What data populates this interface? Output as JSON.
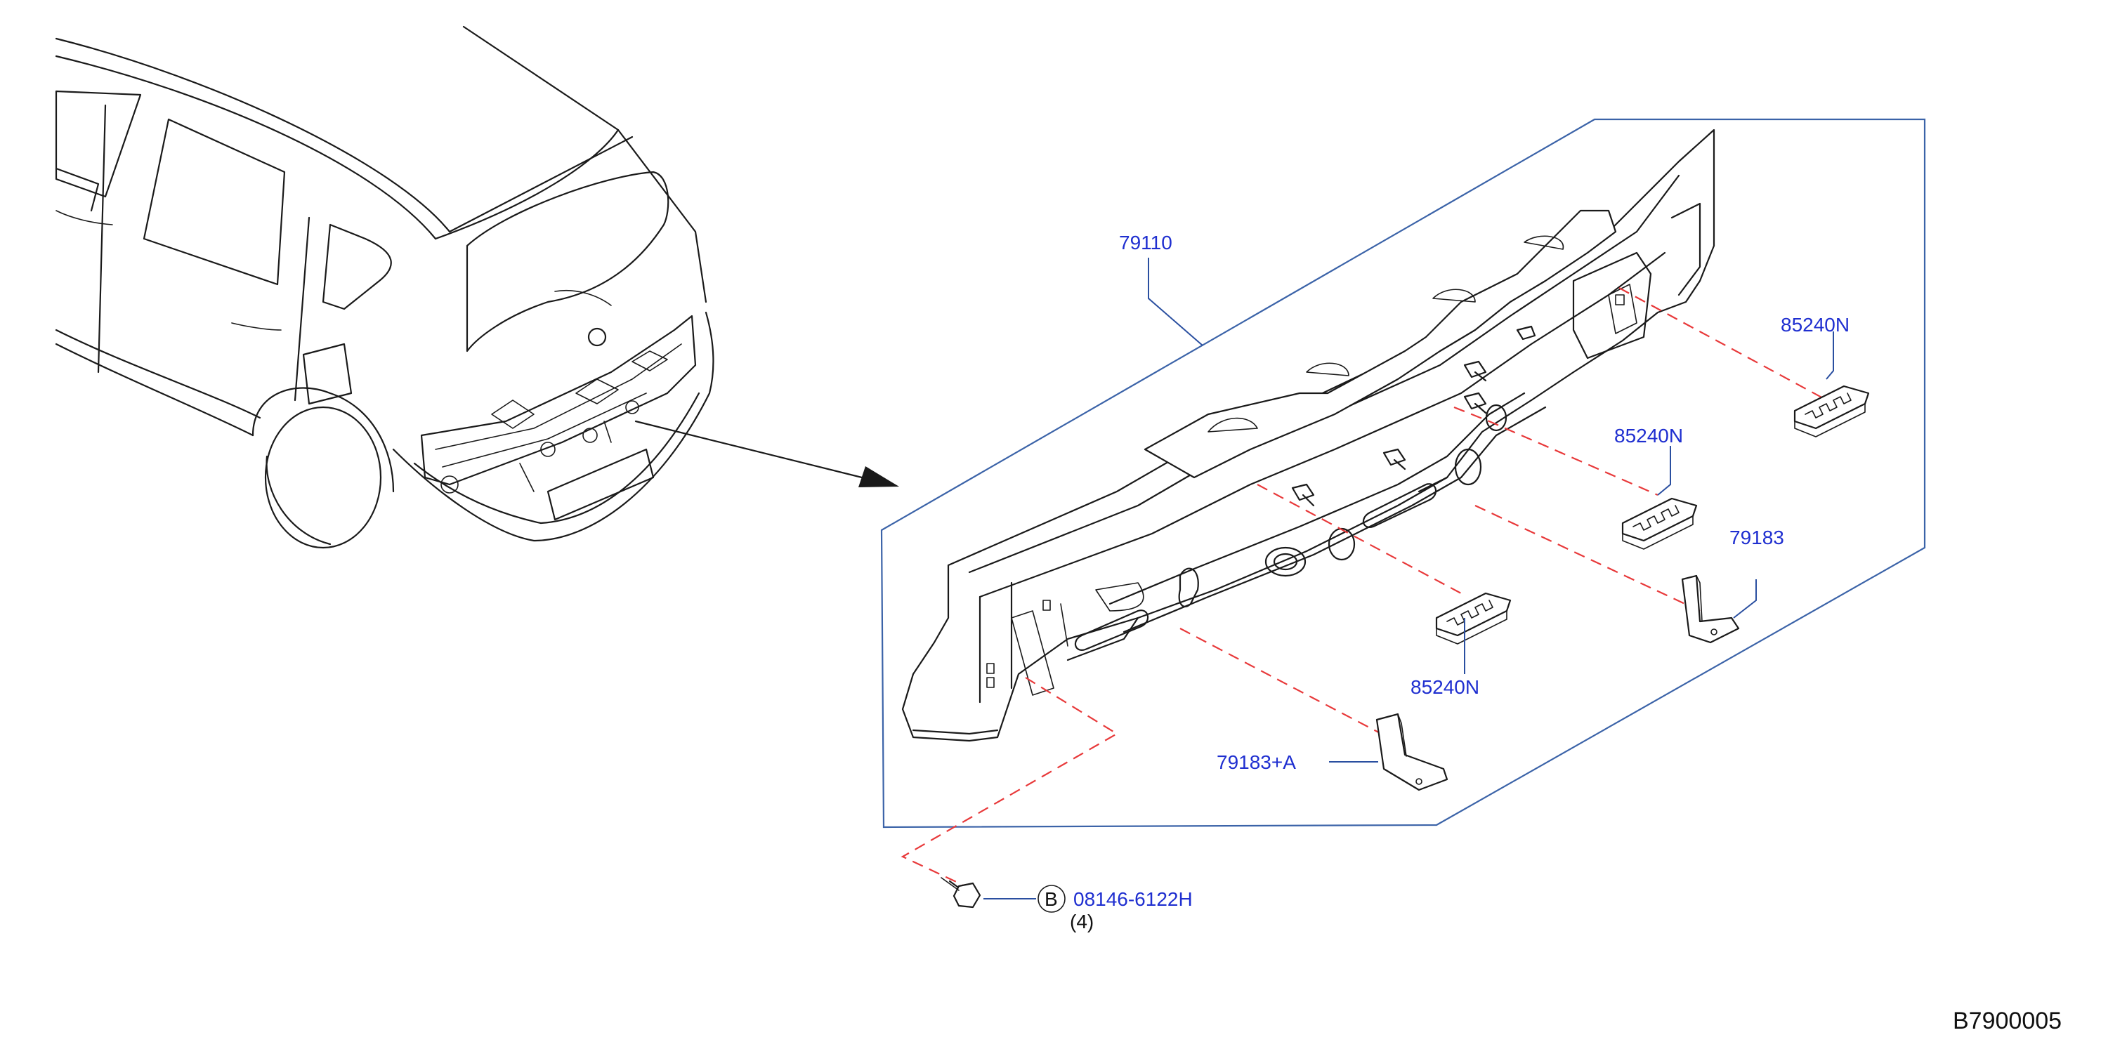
{
  "labels": {
    "panel": "79110",
    "clip_upper_right": "85240N",
    "clip_middle": "85240N",
    "clip_lower": "85240N",
    "bracket_right": "79183",
    "bracket_left": "79183+A",
    "bolt_marker": "B",
    "bolt_part": "08146-6122H",
    "bolt_qty": "(4)"
  },
  "drawing_ref": "B7900005",
  "colors": {
    "label_text": "#1f2fd0",
    "leader": "#2a4fa0",
    "frame": "#3b63a8",
    "dashed_line": "#e8393a",
    "line_art": "#1a1a1a"
  },
  "icons": [
    "car-outline",
    "arrow-icon",
    "bolt-icon",
    "clip-icon",
    "bracket-icon"
  ]
}
